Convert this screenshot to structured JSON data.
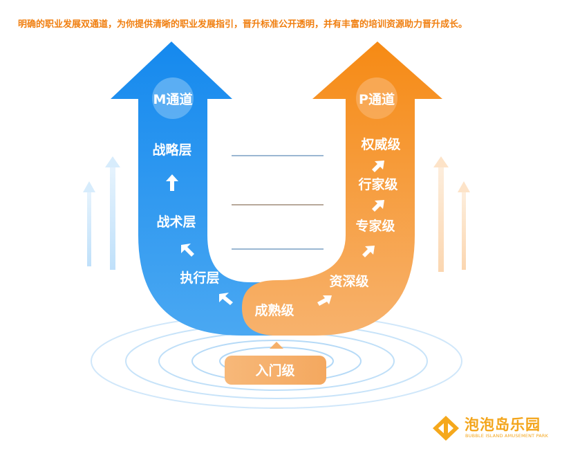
{
  "headline": "明确的职业发展双通道，为你提供清晰的职业发展指引，晋升标准公开透明，并有丰富的培训资源助力晋升成长。",
  "m_track": {
    "title": "M通道",
    "levels": [
      "战略层",
      "战术层",
      "执行层"
    ]
  },
  "p_track": {
    "title": "P通道",
    "levels": [
      "权威级",
      "行家级",
      "专家级",
      "资深级"
    ]
  },
  "shared": {
    "mature": "成熟级",
    "entry": "入门级"
  },
  "logo": {
    "name": "泡泡岛乐园",
    "subtitle": "BUBBLE ISLAND AMUSEMENT PARK",
    "icon": "bubble-island-logo-icon"
  },
  "colors": {
    "headline": "#f07f10",
    "m_blue": "#1e90ef",
    "p_orange": "#f6921e",
    "entry_orange": "#f5b06a",
    "ripple_blue": "#9fd0f5"
  }
}
